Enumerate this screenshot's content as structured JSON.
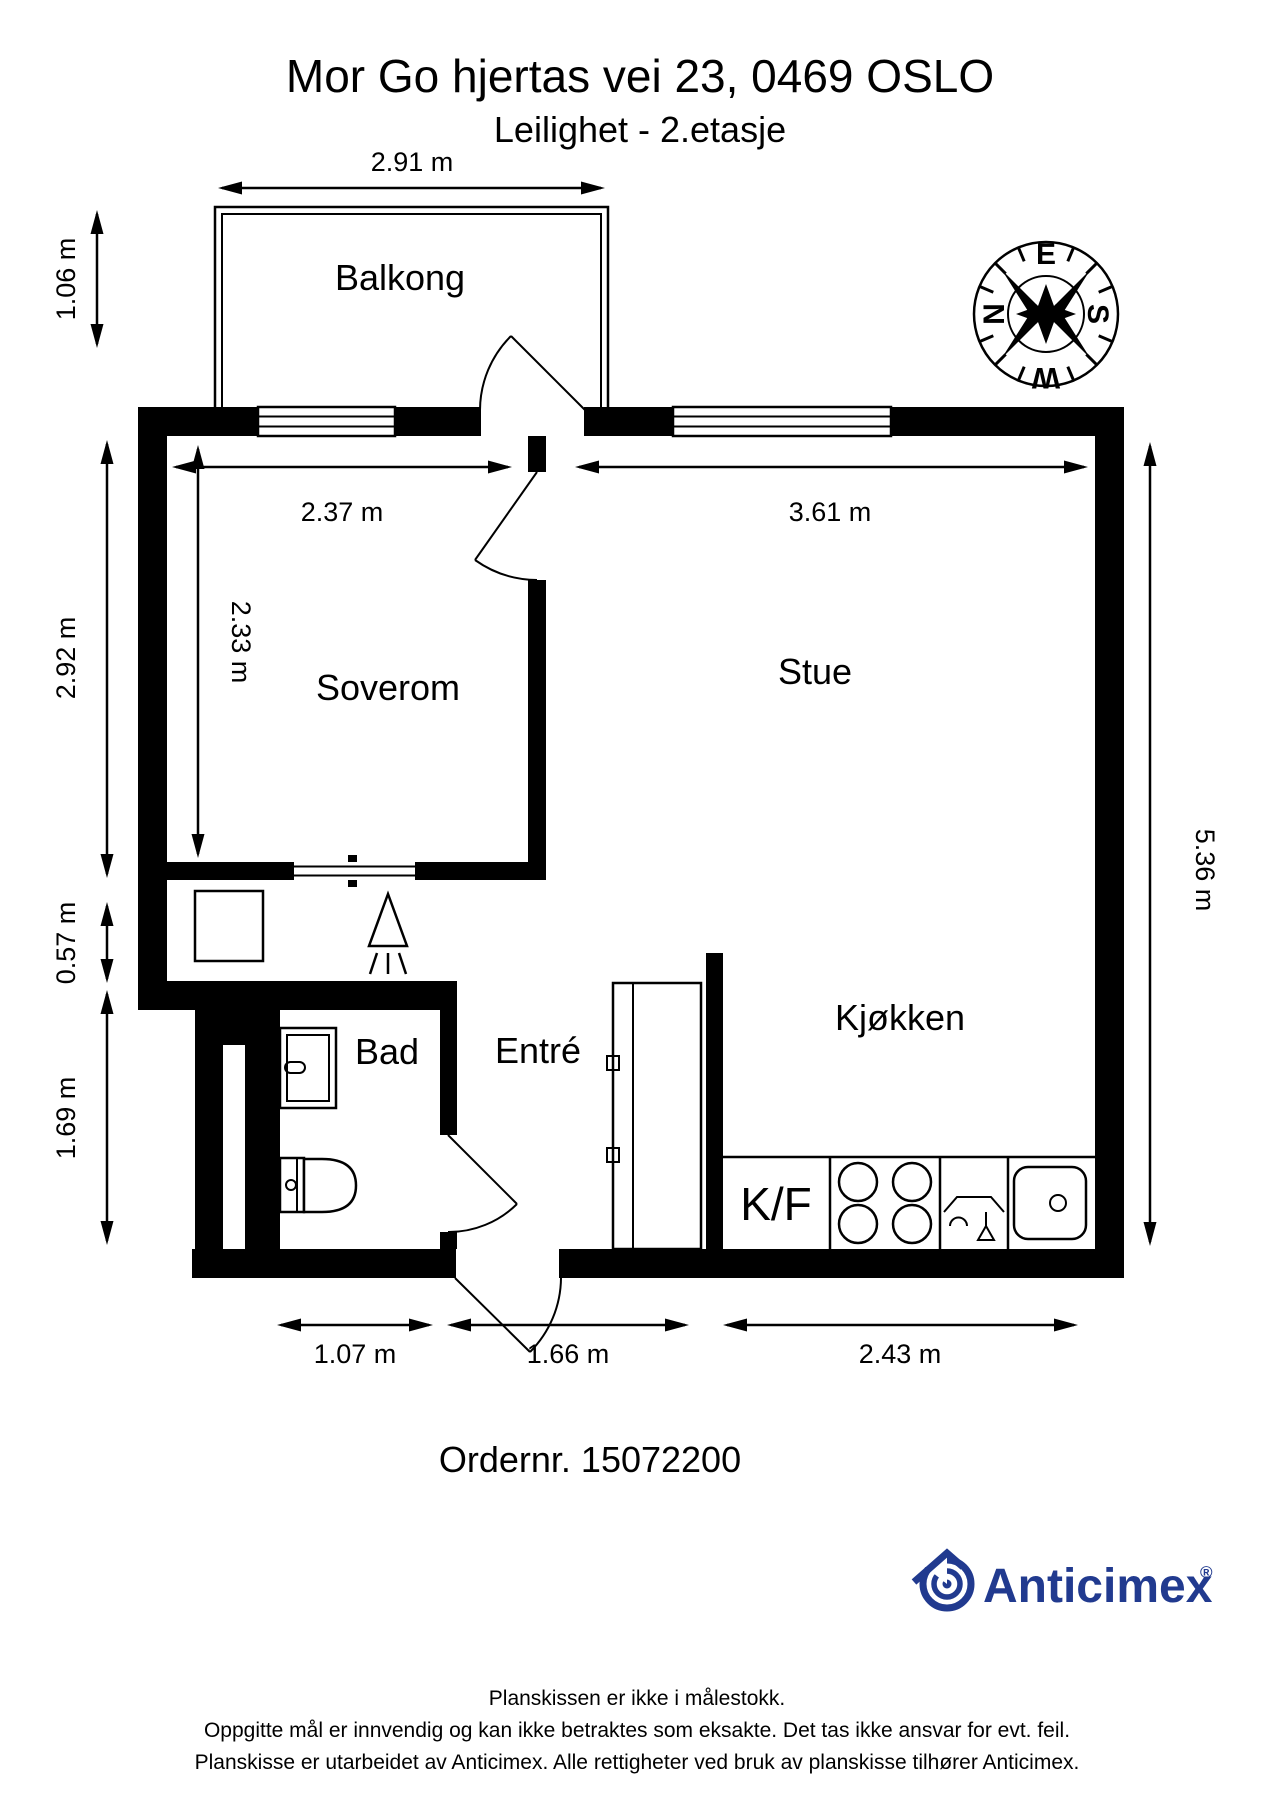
{
  "header": {
    "title": "Mor Go hjertas vei 23, 0469 OSLO",
    "subtitle": "Leilighet  - 2.etasje"
  },
  "compass": {
    "east": "E",
    "south": "S",
    "west": "W",
    "north": "N"
  },
  "rooms": {
    "balcony": "Balkong",
    "bedroom": "Soverom",
    "living_room": "Stue",
    "kitchen": "Kjøkken",
    "bathroom": "Bad",
    "entry": "Entré",
    "fridge_freezer": "K/F"
  },
  "dimensions": {
    "balcony_width": "2.91 m",
    "balcony_depth": "1.06 m",
    "bedroom_width": "2.37 m",
    "bedroom_depth": "2.33 m",
    "left_upper": "2.92 m",
    "left_middle": "0.57 m",
    "left_lower": "1.69 m",
    "living_width": "3.61 m",
    "right_height": "5.36 m",
    "bottom_bath": "1.07 m",
    "bottom_entry": "1.66 m",
    "bottom_kitchen": "2.43 m"
  },
  "order": {
    "label": "Ordernr. 15072200"
  },
  "branding": {
    "name": "Anticimex",
    "registered": "®",
    "color": "#213a8f"
  },
  "footer": {
    "line1": "Planskissen er ikke i målestokk.",
    "line2": "Oppgitte mål er innvendig og kan ikke betraktes som eksakte. Det tas ikke ansvar for evt. feil.",
    "line3": "Planskisse er utarbeidet av Anticimex. Alle rettigheter ved bruk av planskisse tilhører Anticimex."
  }
}
